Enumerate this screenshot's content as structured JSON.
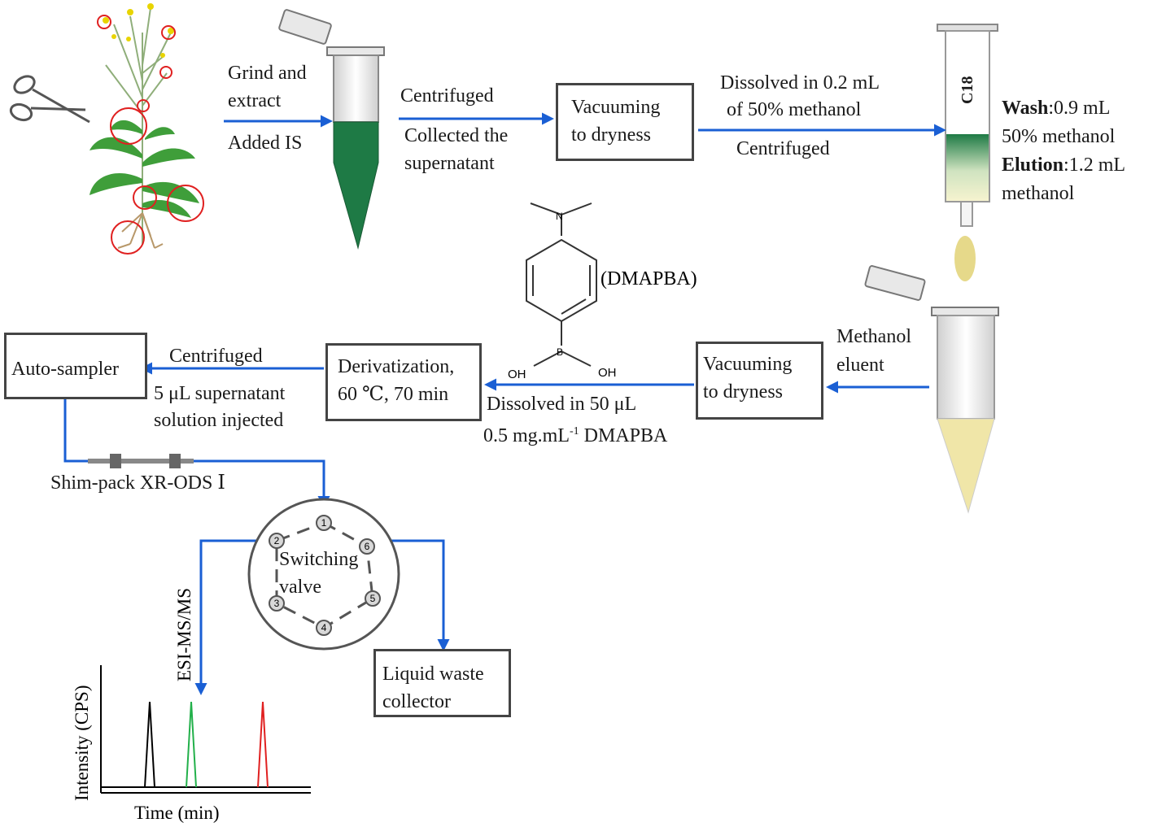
{
  "steps": {
    "grind_line1": "Grind and",
    "grind_line2": "extract",
    "added_is": "Added IS",
    "centrifuged_1": "Centrifuged",
    "collected_line1": "Collected the",
    "collected_line2": "supernatant",
    "vacuum_1_line1": "Vacuuming",
    "vacuum_1_line2": "to dryness",
    "dissolved_1_line1": "Dissolved in 0.2 mL",
    "dissolved_1_line2": "of 50% methanol",
    "centrifuged_2": "Centrifuged",
    "c18_label": "C18",
    "wash_key": "Wash",
    "wash_value": ":0.9 mL",
    "wash_value_line2": "50% methanol",
    "elution_key": "Elution",
    "elution_value": ":1.2 mL",
    "elution_value_line2": "methanol",
    "methanol_line1": "Methanol",
    "methanol_line2": "eluent",
    "vacuum_2_line1": "Vacuuming",
    "vacuum_2_line2": "to dryness",
    "dissolved_2_line1": "Dissolved in 50 μL",
    "dissolved_2_line2_pre": "0.5 mg.mL",
    "dissolved_2_sup": "-1",
    "dissolved_2_line2_post": " DMAPBA",
    "derivatization_line1": "Derivatization,",
    "derivatization_line2": "60 ℃, 70 min",
    "centrifuged_3": "Centrifuged",
    "injected_line1": "5 μL supernatant",
    "injected_line2": "solution injected",
    "autosampler": "Auto-sampler",
    "column": "Shim-pack XR-ODS Ⅰ",
    "valve_line1": "Switching",
    "valve_line2": "valve",
    "esi": "ESI-MS/MS",
    "waste_line1": "Liquid waste",
    "waste_line2": "collector"
  },
  "molecule": {
    "name": "(DMAPBA)",
    "oh_left": "OH",
    "oh_right": "OH",
    "n_label": "N",
    "b_label": "B"
  },
  "valve_ports": [
    "1",
    "2",
    "3",
    "4",
    "5",
    "6"
  ],
  "chromatogram": {
    "ylabel": "Intensity (CPS)",
    "xlabel": "Time (min)",
    "peak_colors": [
      "#000000",
      "#22b04a",
      "#e02020"
    ]
  },
  "colors": {
    "arrow": "#1a5fd4",
    "box_border": "#444444",
    "green_extract": "#1e7a45",
    "yellow_eluent": "#f0e6a8",
    "marker_circle": "#e02020"
  }
}
